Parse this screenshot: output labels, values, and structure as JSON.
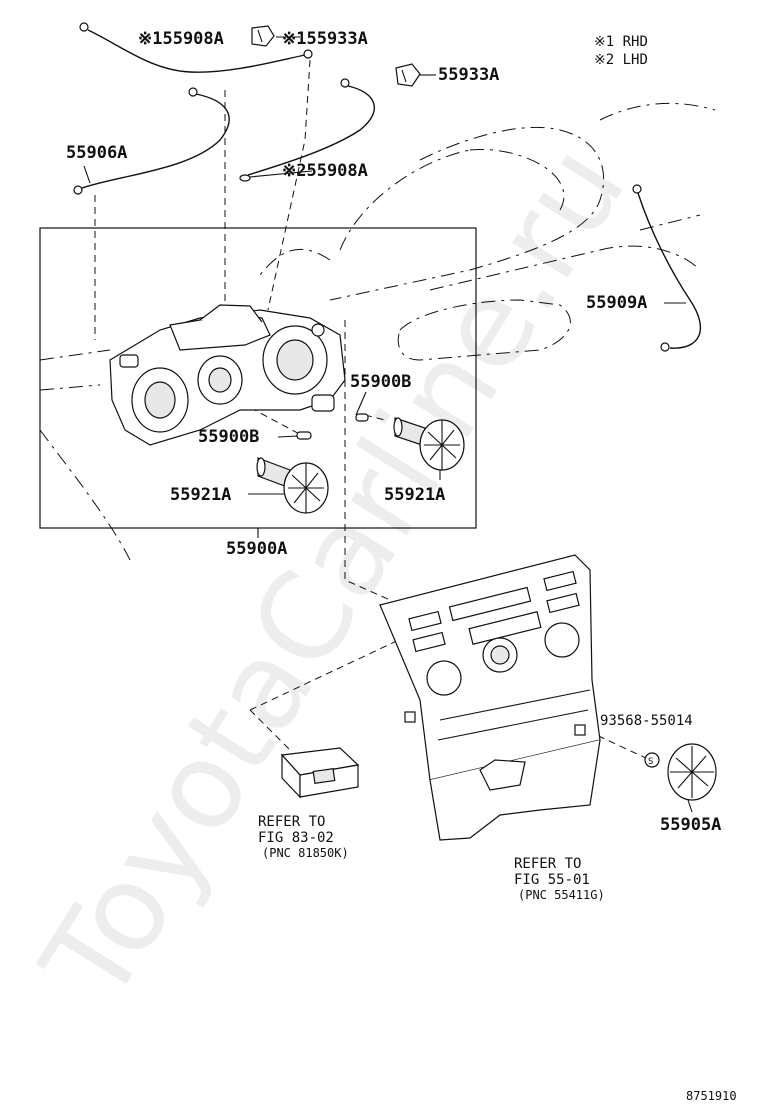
{
  "legend": {
    "rhd": "※1 RHD",
    "lhd": "※2 LHD"
  },
  "watermark": "ToyotaCarline.ru",
  "parts": {
    "p55908A_1": "※155908A",
    "p55933A_1": "※155933A",
    "p55933A_2": "55933A",
    "p55906A": "55906A",
    "p55908A_2": "※255908A",
    "p55909A": "55909A",
    "p55900B_1": "55900B",
    "p55900B_2": "55900B",
    "p55921A_1": "55921A",
    "p55921A_2": "55921A",
    "p55900A": "55900A",
    "p93568": "93568-55014",
    "p55905A": "55905A"
  },
  "refs": {
    "ref1_line1": "REFER TO",
    "ref1_line2": "FIG 83-02",
    "ref1_line3": "(PNC 81850K)",
    "ref2_line1": "REFER TO",
    "ref2_line2": "FIG 55-01",
    "ref2_line3": "(PNC 55411G)"
  },
  "figure_code": "8751910"
}
